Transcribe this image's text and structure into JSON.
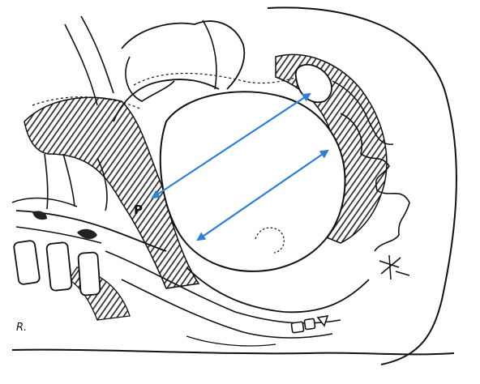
{
  "figure": {
    "labels": {
      "point_label": "P",
      "signature": "R."
    },
    "colors": {
      "ink": "#111111",
      "arrow": "#2f7fd8",
      "background": "#ffffff",
      "hatch": "#3a3a3a"
    },
    "arrows": [
      {
        "id": "upper-diameter",
        "color": "#2f7fd8"
      },
      {
        "id": "lower-diameter",
        "color": "#2f7fd8"
      }
    ]
  }
}
